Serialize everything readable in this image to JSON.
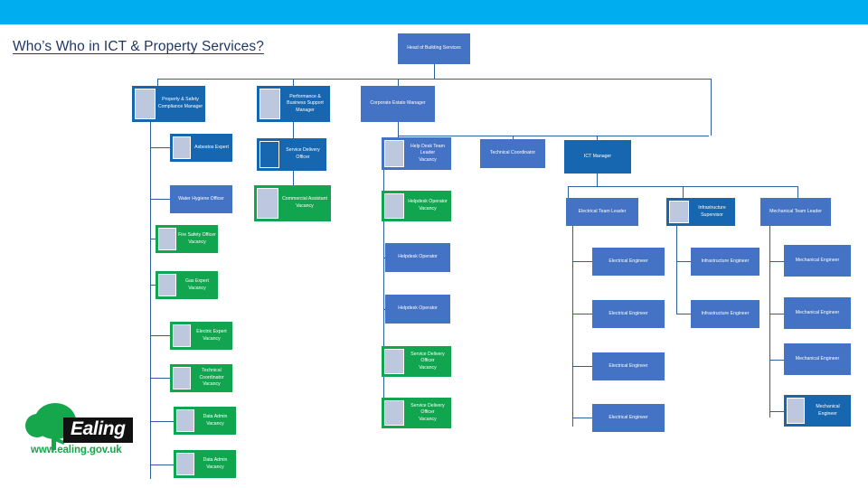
{
  "page": {
    "title": "Who’s Who in ICT & Property Services?",
    "banner_color": "#00ADEF"
  },
  "logo": {
    "name": "Ealing",
    "url": "www.ealing.gov.uk",
    "tree_color": "#16A64B",
    "wordmark_bg": "#111111"
  },
  "legend": {
    "filled_deep_color": "#1666B0",
    "filled_mid_color": "#4472C4",
    "vacancy_color": "#12A550",
    "connector_color": "#2E5FA3",
    "photo_swatch_color": "#BDC8DF"
  },
  "chart_data": {
    "type": "org-chart",
    "title": "Who’s Who in ICT & Property Services?",
    "root": "Head of Building Services",
    "nodes": [
      {
        "id": "n0",
        "title": "Head of Building Services",
        "sub": "",
        "color": "mid",
        "photo": false
      },
      {
        "id": "n1",
        "title": "Property & Safety Compliance Manager",
        "sub": "",
        "color": "deep",
        "photo": true
      },
      {
        "id": "n2",
        "title": "Performance & Business Support Manager",
        "sub": "",
        "color": "deep",
        "photo": true
      },
      {
        "id": "n3",
        "title": "Corporate Estate Manager",
        "sub": "",
        "color": "mid",
        "photo": false
      },
      {
        "id": "n4",
        "title": "Asbestos Expert",
        "sub": "",
        "color": "deep",
        "photo": true
      },
      {
        "id": "n5",
        "title": "Water Hygiene Officer",
        "sub": "",
        "color": "mid",
        "photo": false
      },
      {
        "id": "n6",
        "title": "Fire Safety Officer",
        "sub": "Vacancy",
        "color": "green",
        "photo": true
      },
      {
        "id": "n7",
        "title": "Gas Expert",
        "sub": "Vacancy",
        "color": "green",
        "photo": true
      },
      {
        "id": "n8",
        "title": "Electric Expert",
        "sub": "Vacancy",
        "color": "green",
        "photo": true
      },
      {
        "id": "n9",
        "title": "Technical Coordinator",
        "sub": "Vacancy",
        "color": "green",
        "photo": true
      },
      {
        "id": "n10",
        "title": "Data Admin",
        "sub": "Vacancy",
        "color": "green",
        "photo": true
      },
      {
        "id": "n11",
        "title": "Data Admin",
        "sub": "Vacancy",
        "color": "green",
        "photo": true
      },
      {
        "id": "n12",
        "title": "Service Delivery Officer",
        "sub": "",
        "color": "deep",
        "photo": true
      },
      {
        "id": "n13",
        "title": "Commercial Assistant",
        "sub": "Vacancy",
        "color": "green",
        "photo": true
      },
      {
        "id": "n14",
        "title": "Help Desk Team Leader",
        "sub": "Vacancy",
        "color": "mid",
        "photo": true
      },
      {
        "id": "n15",
        "title": "Helpdesk Operator",
        "sub": "Vacancy",
        "color": "green",
        "photo": true
      },
      {
        "id": "n16",
        "title": "Helpdesk Operator",
        "sub": "",
        "color": "mid",
        "photo": false
      },
      {
        "id": "n17",
        "title": "Helpdesk Operator",
        "sub": "",
        "color": "mid",
        "photo": false
      },
      {
        "id": "n18",
        "title": "Service Delivery Officer",
        "sub": "Vacancy",
        "color": "green",
        "photo": true
      },
      {
        "id": "n19",
        "title": "Service Delivery Officer",
        "sub": "Vacancy",
        "color": "green",
        "photo": true
      },
      {
        "id": "n20",
        "title": "Technical Coordinator",
        "sub": "",
        "color": "mid",
        "photo": false
      },
      {
        "id": "n21",
        "title": "ICT Manager",
        "sub": "",
        "color": "deep",
        "photo": false
      },
      {
        "id": "n22",
        "title": "Electrical Team Leader",
        "sub": "",
        "color": "mid",
        "photo": false
      },
      {
        "id": "n23",
        "title": "Infrastructure Supervisor",
        "sub": "",
        "color": "deep",
        "photo": true
      },
      {
        "id": "n24",
        "title": "Mechanical Team Leader",
        "sub": "",
        "color": "mid",
        "photo": false
      },
      {
        "id": "n25",
        "title": "Electrical Engineer",
        "sub": "",
        "color": "mid",
        "photo": false
      },
      {
        "id": "n26",
        "title": "Infrastructure Engineer",
        "sub": "",
        "color": "mid",
        "photo": false
      },
      {
        "id": "n27",
        "title": "Mechanical Engineer",
        "sub": "",
        "color": "mid",
        "photo": false
      },
      {
        "id": "n28",
        "title": "Electrical Engineer",
        "sub": "",
        "color": "mid",
        "photo": false
      },
      {
        "id": "n29",
        "title": "Infrastructure Engineer",
        "sub": "",
        "color": "mid",
        "photo": false
      },
      {
        "id": "n30",
        "title": "Mechanical Engineer",
        "sub": "",
        "color": "mid",
        "photo": false
      },
      {
        "id": "n31",
        "title": "Electrical Engineer",
        "sub": "",
        "color": "mid",
        "photo": false
      },
      {
        "id": "n32",
        "title": "Mechanical Engineer",
        "sub": "",
        "color": "mid",
        "photo": false
      },
      {
        "id": "n33",
        "title": "Electrical Engineer",
        "sub": "",
        "color": "mid",
        "photo": false
      },
      {
        "id": "n34",
        "title": "Mechanical Engineer",
        "sub": "",
        "color": "deep",
        "photo": true
      }
    ]
  }
}
